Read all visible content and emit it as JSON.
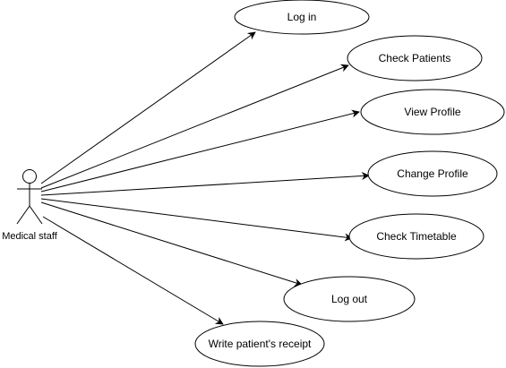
{
  "actor": {
    "label": "Medical staff"
  },
  "use_cases": [
    {
      "id": "log-in",
      "label": "Log in"
    },
    {
      "id": "check-patients",
      "label": "Check Patients"
    },
    {
      "id": "view-profile",
      "label": "View Profile"
    },
    {
      "id": "change-profile",
      "label": "Change Profile"
    },
    {
      "id": "check-timetable",
      "label": "Check Timetable"
    },
    {
      "id": "log-out",
      "label": "Log out"
    },
    {
      "id": "write-patients-receipt",
      "label": "Write patient's receipt"
    }
  ],
  "colors": {
    "stroke": "#000000",
    "fill": "#ffffff"
  }
}
